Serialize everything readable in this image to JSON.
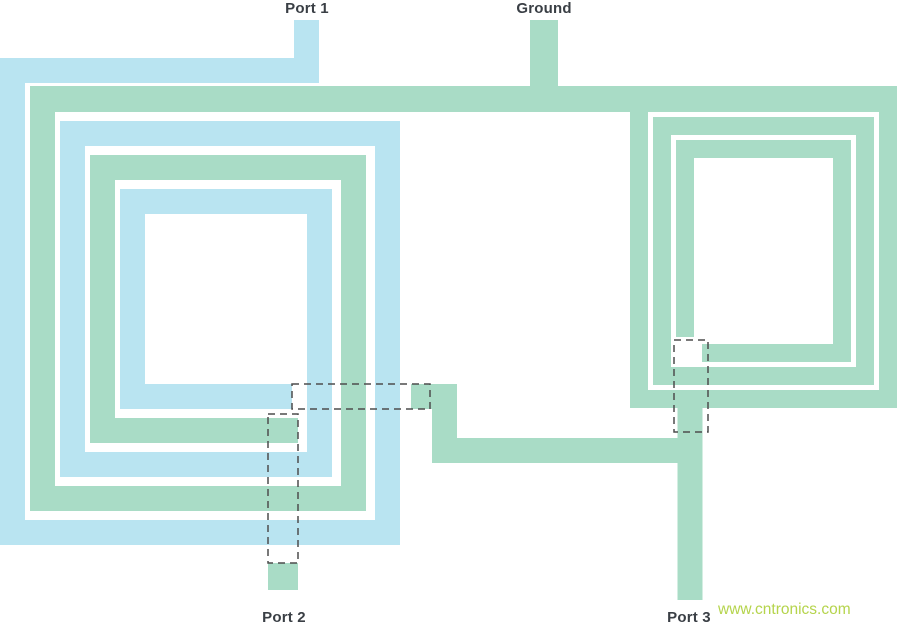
{
  "labels": {
    "port1": "Port 1",
    "ground": "Ground",
    "port2": "Port 2",
    "port3": "Port 3"
  },
  "watermark": {
    "text": "www.cntronics.com"
  },
  "colors": {
    "winding_blue": "#b9e4f1",
    "winding_green": "#a9dcc6",
    "dashed_line": "#4d4d4d",
    "label_text": "#3a3f45",
    "watermark": "#b5d44c",
    "background": "#ffffff"
  }
}
